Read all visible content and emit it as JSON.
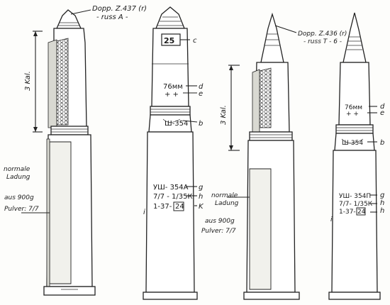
{
  "round1": {
    "fuze_label": "Dopp. Z.437 (r)",
    "fuze_sub": "- russ A -",
    "caliber_label": "3 Kal.",
    "charge_label": "normale",
    "charge_sub": "Ladung",
    "weight_label": "aus 900g",
    "powder_label": "Pulver: 7/7"
  },
  "round2": {
    "box_text": "25",
    "marker_c": "c",
    "mark_d": "76мм",
    "marker_d": "d",
    "mark_e": "+ +",
    "marker_e": "e",
    "mark_b": "Ш-354",
    "marker_b": "b",
    "mark_g": "УШ- 354А",
    "marker_g": "g",
    "mark_h": "7/7 - 1/35К",
    "marker_h": "h",
    "mark_k": "1-37-",
    "mark_k_box": "24",
    "marker_k": "K",
    "marker_i": "i"
  },
  "round3": {
    "fuze_label": "Dopp. Z.436 (r)",
    "fuze_sub": "- russ T - 6 -",
    "caliber_label": "3 Kal.",
    "charge_label": "normale",
    "charge_sub": "Ladung",
    "weight_label": "aus 900g",
    "powder_label": "Pulver: 7/7"
  },
  "round4": {
    "mark_d": "76мм",
    "marker_d": "d",
    "mark_e": "+ +",
    "marker_e": "e",
    "mark_b": "Ш-354",
    "marker_b": "b",
    "mark_g": "УШ- 354П",
    "marker_g": "g",
    "mark_h": "7/7- 1/35К",
    "marker_h": "h",
    "mark_k": "1-37-",
    "mark_k_box": "24",
    "marker_k": "h",
    "marker_i": "i"
  }
}
